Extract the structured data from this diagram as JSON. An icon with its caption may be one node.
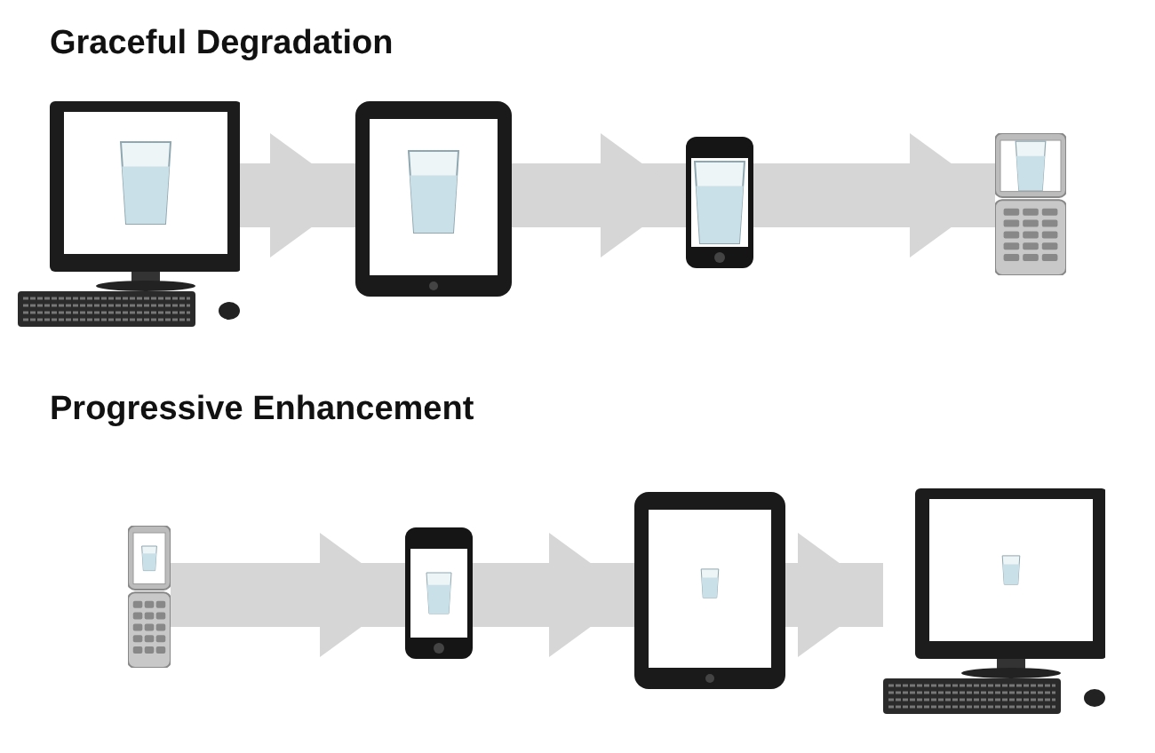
{
  "diagram": {
    "nodes": [
      {
        "text": [],
        "shape": "picture"
      },
      {
        "text": [],
        "shape": "picture"
      },
      {
        "text": [],
        "shape": "picture"
      },
      {
        "text": [],
        "shape": "picture"
      },
      {
        "text": [],
        "shape": "picture"
      },
      {
        "text": [],
        "shape": "picture"
      },
      {
        "text": [],
        "shape": "picture"
      },
      {
        "text": [],
        "shape": "picture"
      }
    ],
    "edges": [
      {
        "from": 0,
        "to": 1,
        "arrow": "to"
      },
      {
        "from": 1,
        "to": 2,
        "arrow": "to"
      },
      {
        "from": 2,
        "to": 3,
        "arrow": "to"
      },
      {
        "from": 4,
        "to": 5,
        "arrow": "to"
      },
      {
        "from": 5,
        "to": 6,
        "arrow": "to"
      },
      {
        "from": 6,
        "to": 7,
        "arrow": "to"
      }
    ],
    "labels": [
      "Graceful Degradation",
      "Progressive Enhancement"
    ]
  }
}
